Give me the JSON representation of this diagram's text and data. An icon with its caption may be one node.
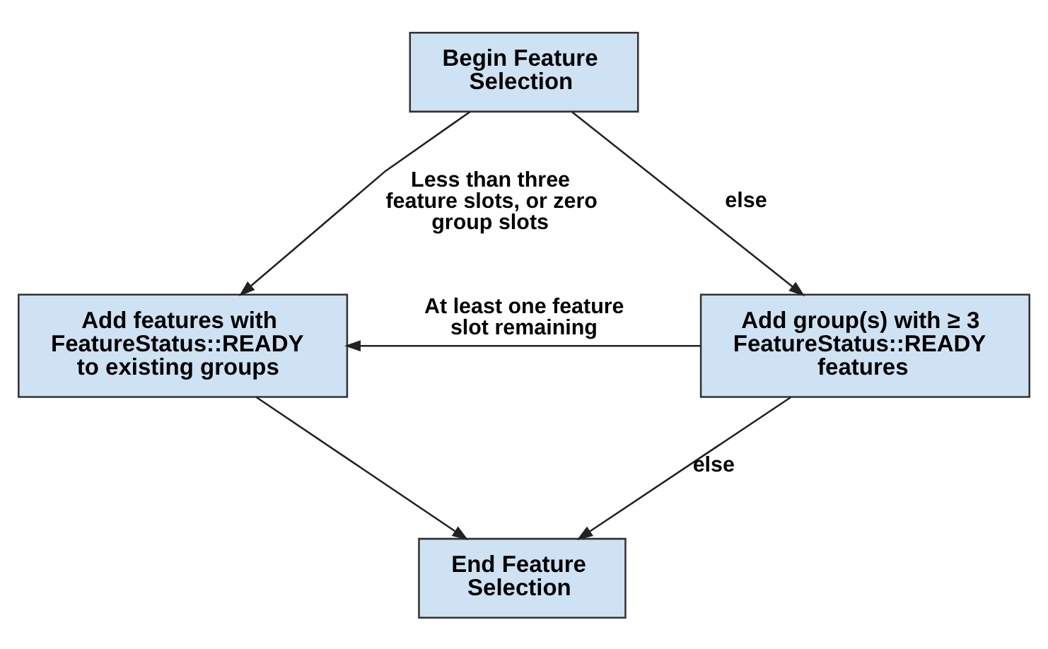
{
  "diagram": {
    "nodes": [
      {
        "text": [
          "Begin Feature Selection"
        ]
      },
      {
        "text": [
          "Add features with FeatureStatus::READY to existing groups"
        ]
      },
      {
        "text": [
          "Add group(s) with ≥ 3 FeatureStatus::READY features"
        ]
      },
      {
        "text": [
          "End Feature Selection"
        ]
      }
    ],
    "edges": [
      {
        "from": 0,
        "to": 1,
        "arrow": "to",
        "label": "Less than three feature slots, or zero group slots"
      },
      {
        "from": 0,
        "to": 2,
        "arrow": "to",
        "label": "else"
      },
      {
        "from": 2,
        "to": 1,
        "arrow": "to",
        "label": "At least one feature slot remaining"
      },
      {
        "from": 1,
        "to": 3,
        "arrow": "to"
      },
      {
        "from": 2,
        "to": 3,
        "arrow": "to",
        "label": "else"
      }
    ]
  }
}
